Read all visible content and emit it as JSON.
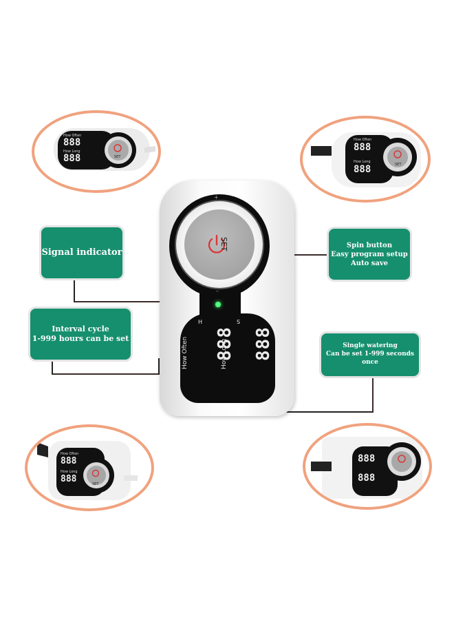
{
  "callouts": {
    "signal": {
      "lines": [
        "Signal indicator"
      ]
    },
    "spin": {
      "lines": [
        "Spin button",
        "Easy program setup",
        "Auto save"
      ]
    },
    "interval": {
      "lines": [
        "Interval cycle",
        "1-999 hours can be set"
      ]
    },
    "single": {
      "lines": [
        "Single watering",
        "Can be set 1-999 seconds once"
      ]
    }
  },
  "device": {
    "button_label": "SET",
    "how_often": "How Often",
    "how_long": "How Long",
    "unit_hours": "H",
    "unit_seconds": "S",
    "display_digits": "888"
  },
  "colors": {
    "callout_bg": "#168f6e",
    "thumbnail_border": "#f0a27e",
    "led": "#4dff7a",
    "power_icon": "#d9383a"
  },
  "icons": [
    "power-icon",
    "plus-icon",
    "minus-icon"
  ]
}
